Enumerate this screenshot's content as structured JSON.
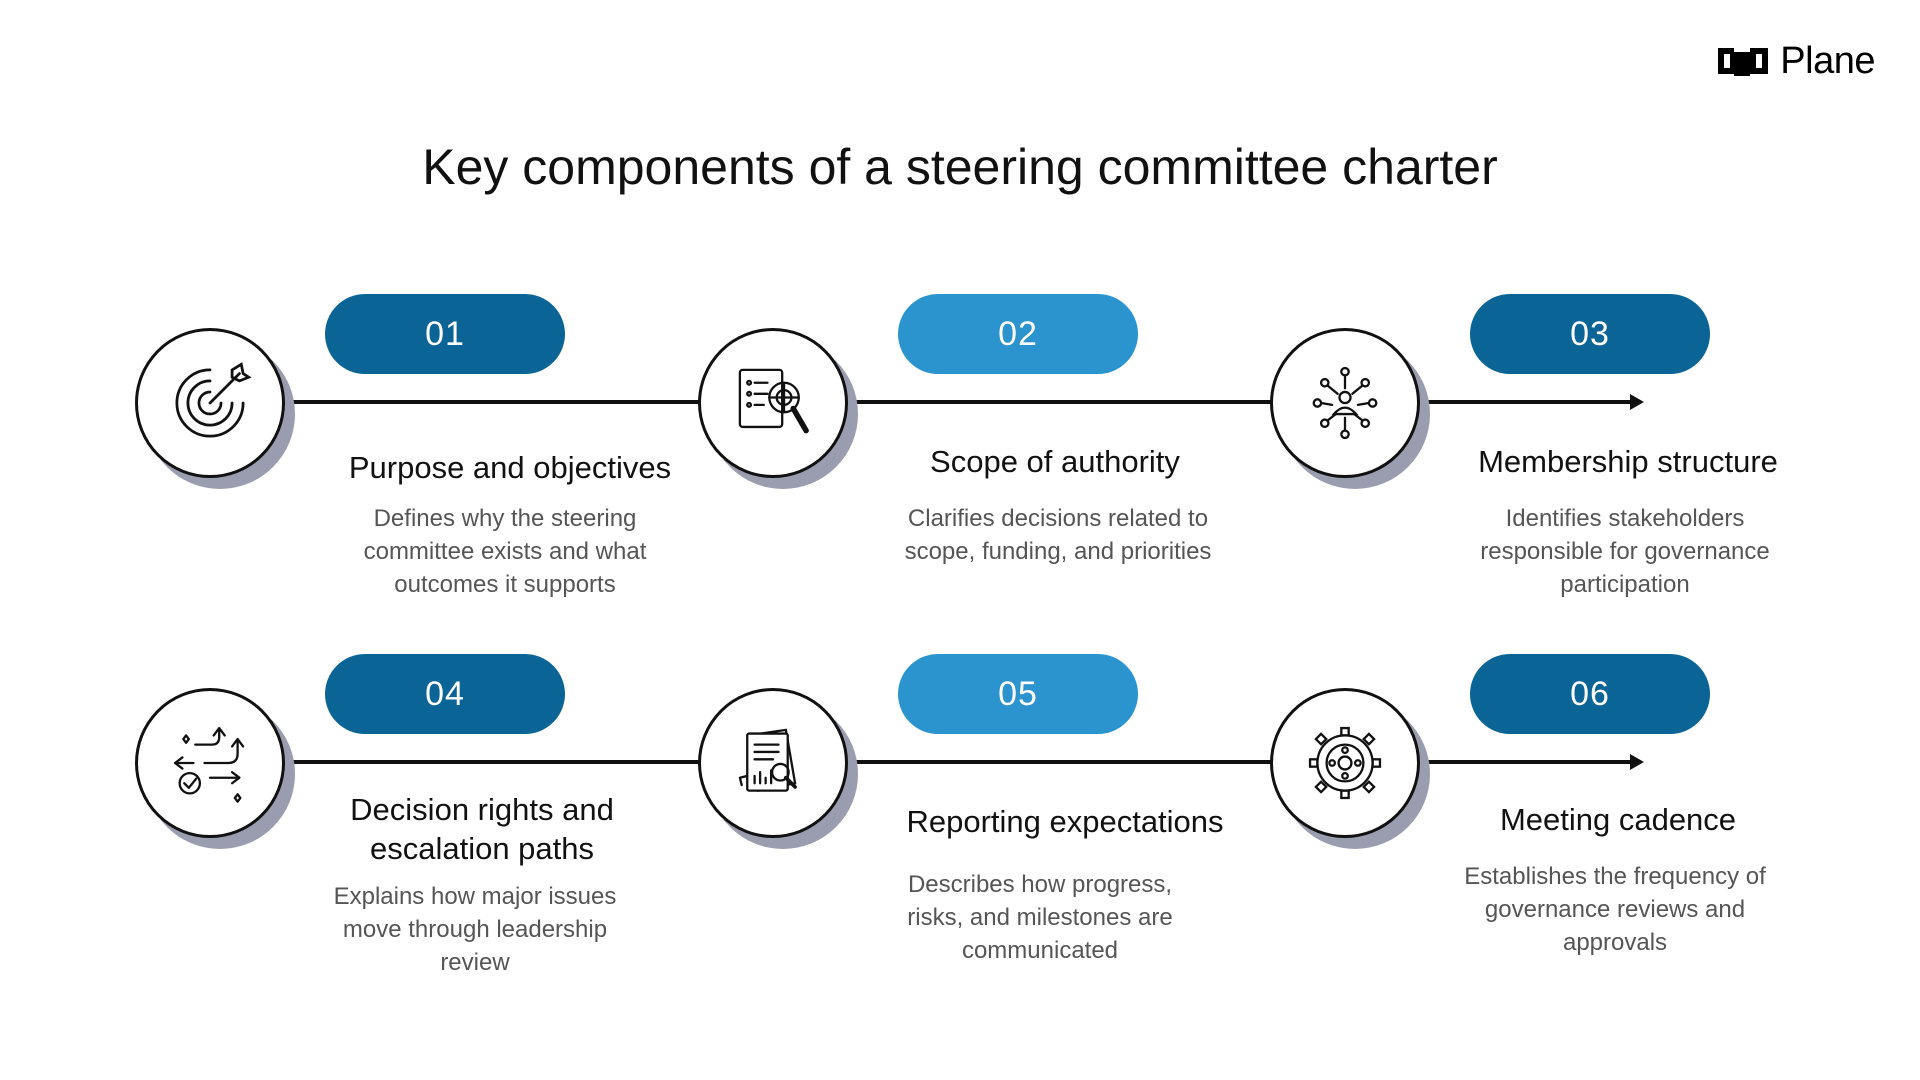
{
  "brand": {
    "name": "Plane",
    "logo_icon": "plane-logo-icon"
  },
  "title": "Key components of a steering committee charter",
  "steps": [
    {
      "number": "01",
      "icon": "target-icon",
      "heading": "Purpose and objectives",
      "description": "Defines why the steering committee exists and what outcomes it supports"
    },
    {
      "number": "02",
      "icon": "document-search-icon",
      "heading": "Scope of authority",
      "description": "Clarifies decisions related to scope, funding, and priorities"
    },
    {
      "number": "03",
      "icon": "stakeholder-network-icon",
      "heading": "Membership structure",
      "description": "Identifies stakeholders responsible for governance participation"
    },
    {
      "number": "04",
      "icon": "decision-arrows-icon",
      "heading": "Decision rights and escalation paths",
      "description": "Explains how major issues move through leadership review"
    },
    {
      "number": "05",
      "icon": "report-analysis-icon",
      "heading": "Reporting expectations",
      "description": "Describes how progress, risks, and milestones are communicated"
    },
    {
      "number": "06",
      "icon": "gear-icon",
      "heading": "Meeting cadence",
      "description": "Establishes the frequency of governance reviews and approvals"
    }
  ],
  "colors": {
    "pill_dark": "#0a6496",
    "pill_light": "#2b94cf",
    "node_shadow": "#9a9caf",
    "line": "#111111"
  }
}
